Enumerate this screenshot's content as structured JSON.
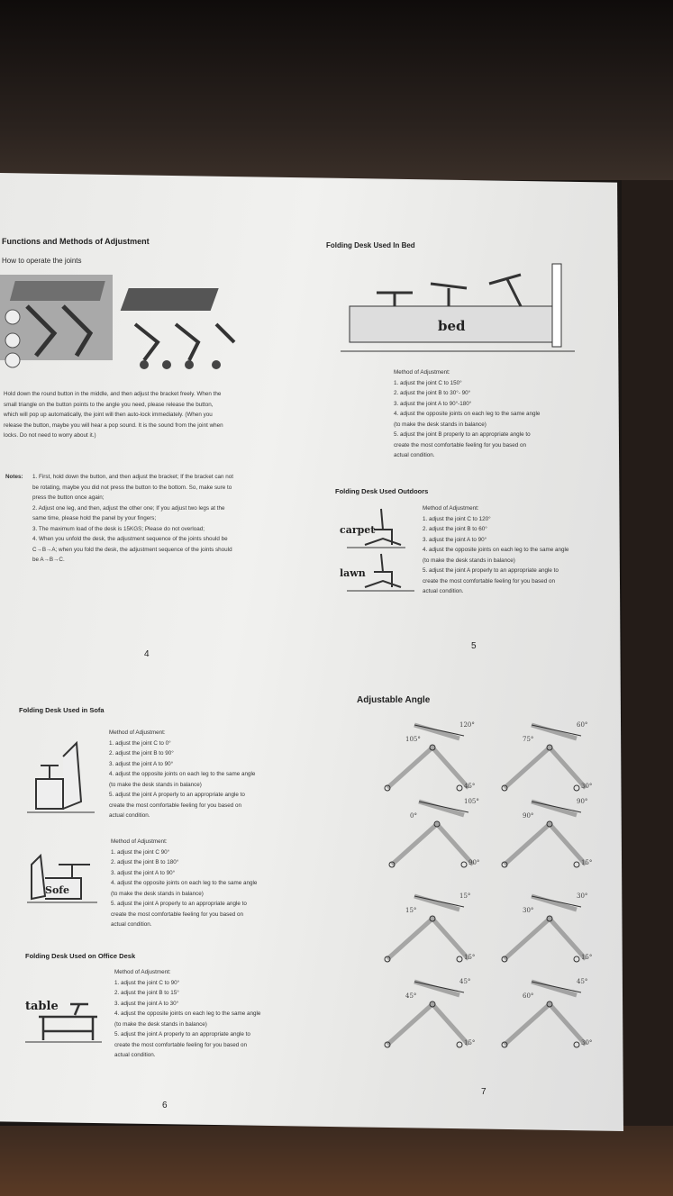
{
  "page4": {
    "title": "Functions and Methods of Adjustment",
    "subtitle": "How to operate the joints",
    "body": [
      "Hold down the round button in the middle, and then adjust the bracket freely. When the",
      "small triangle on the button points to the angle you need, please release the button,",
      "which will pop up automatically, the joint will then auto-lock immediately. (When you",
      "release the button, maybe you will hear a pop sound. It is the sound from the joint when",
      "locks. Do not need to worry about it.)"
    ],
    "notes_label": "Notes:",
    "notes": [
      "1. First, hold down the button, and then adjust the bracket; If the bracket can not",
      "be rotating, maybe you did not press the button to the bottom. So, make sure to",
      "press the button once again;",
      "2. Adjust one leg, and then, adjust the other one; If you adjust two legs at the",
      "same time, please hold the panel by your fingers;",
      "3. The maximum load of the desk is 15KGS; Please do not overload;",
      "4. When you unfold the desk, the adjustment sequence of the joints should be",
      "C→B→A; when you fold the desk, the adjustment sequence of the joints should",
      "be A→B→C."
    ],
    "page_number": "4"
  },
  "page5": {
    "bed_title": "Folding Desk Used In Bed",
    "bed_label": "bed",
    "bed_method": [
      "Method of Adjustment:",
      "1. adjust the joint C to 150°",
      "2. adjust the joint B to 30°- 90°",
      "3. adjust the joint A to 90°-180°",
      "4. adjust the opposite joints on each leg to the same angle",
      "(to make the desk stands in balance)",
      "5. adjust the joint B properly to an appropriate angle to",
      "create the most comfortable feeling for you based on",
      "actual condition."
    ],
    "outdoor_title": "Folding Desk Used Outdoors",
    "carpet_label": "carpet",
    "lawn_label": "lawn",
    "outdoor_method": [
      "Method of Adjustment:",
      "1. adjust the joint C to 120°",
      "2. adjust the joint B to 60°",
      "3. adjust the joint A to 90°",
      "4. adjust the opposite joints on each leg to the same angle",
      "(to make the desk stands in balance)",
      "5. adjust the joint A properly to an appropriate angle to",
      "create the most comfortable feeling for you based on",
      "actual condition."
    ],
    "page_number": "5"
  },
  "page6": {
    "sofa_title": "Folding Desk Used in Sofa",
    "sofa_method1": [
      "Method of Adjustment:",
      "1. adjust the joint C to 0°",
      "2. adjust the joint B to 90°",
      "3. adjust the joint A to 90°",
      "4. adjust the opposite joints on each leg to the same angle",
      "(to make the desk stands in balance)",
      "5. adjust the joint A properly to an appropriate angle to",
      "create the most comfortable feeling for you based on",
      "actual condition."
    ],
    "sofa_label": "Sofe",
    "sofa_method2": [
      "Method of Adjustment:",
      "1. adjust the joint C    90°",
      "2. adjust the joint B to 180°",
      "3. adjust the joint A to 90°",
      "4. adjust the opposite joints on each leg to the same angle",
      "(to make the desk stands in balance)",
      "5. adjust the joint A properly to an appropriate angle to",
      "create the most comfortable feeling for you based on",
      "actual condition."
    ],
    "office_title": "Folding Desk Used on Office Desk",
    "table_label": "table",
    "office_method": [
      "Method of Adjustment:",
      "1. adjust the joint C to 90°",
      "2. adjust the joint B to 15°",
      "3. adjust the joint A to 30°",
      "4. adjust the opposite joints on each leg to the same angle",
      "(to make the desk stands in balance)",
      "5. adjust the joint A properly to an appropriate angle to",
      "create the most comfortable feeling for you based on",
      "actual condition."
    ],
    "page_number": "6"
  },
  "page7": {
    "title": "Adjustable Angle",
    "diagrams": [
      {
        "angles": [
          "105°",
          "120°",
          "45°"
        ]
      },
      {
        "angles": [
          "75°",
          "60°",
          "30°"
        ]
      },
      {
        "angles": [
          "0°",
          "105°",
          "90°"
        ]
      },
      {
        "angles": [
          "90°",
          "90°",
          "15°"
        ]
      },
      {
        "angles": [
          "15°",
          "15°",
          "15°"
        ]
      },
      {
        "angles": [
          "30°",
          "30°",
          "15°"
        ]
      },
      {
        "angles": [
          "45°",
          "45°",
          "15°"
        ]
      },
      {
        "angles": [
          "60°",
          "45°",
          "30°"
        ]
      }
    ],
    "page_number": "7"
  }
}
